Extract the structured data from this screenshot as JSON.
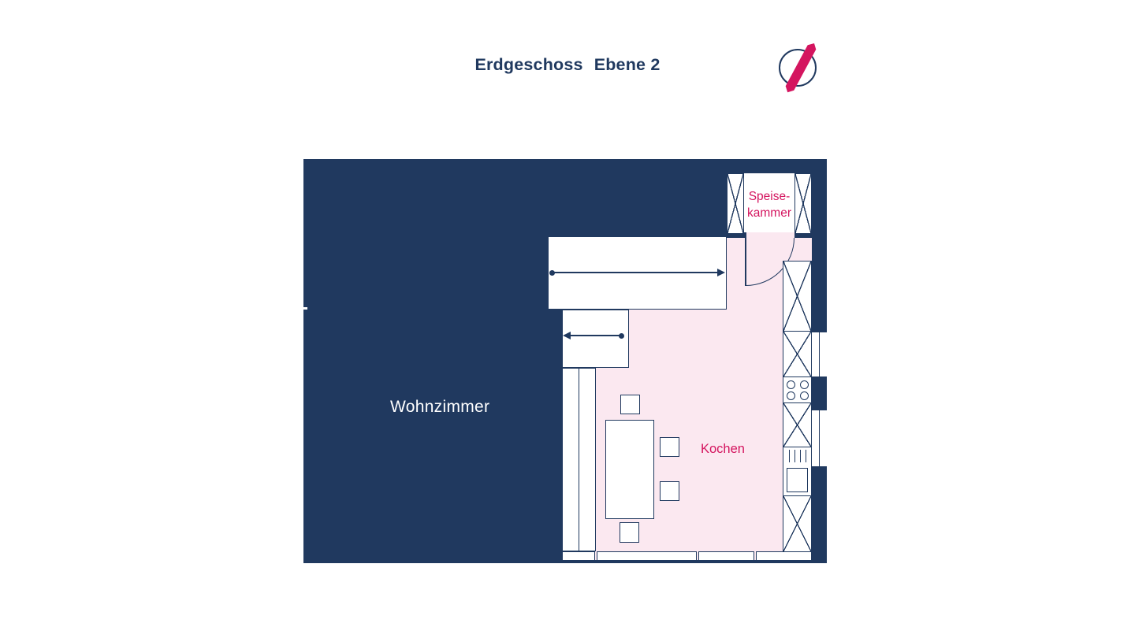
{
  "title": {
    "floor": "Erdgeschoss",
    "level": "Ebene 2"
  },
  "rooms": {
    "living": {
      "label": "Wohnzimmer"
    },
    "kitchen": {
      "label": "Kochen"
    },
    "pantry": {
      "line1": "Speise-",
      "line2": "kammer"
    }
  },
  "icons": {
    "compass": "north-arrow-icon",
    "cabinets": "crossed-cabinet-icon",
    "stove": "cooktop-burners-icon",
    "sink": "sink-icon"
  },
  "colors": {
    "wall": "#20395f",
    "floor": "#fbe8f0",
    "accent": "#d4155f",
    "paper": "#ffffff"
  }
}
